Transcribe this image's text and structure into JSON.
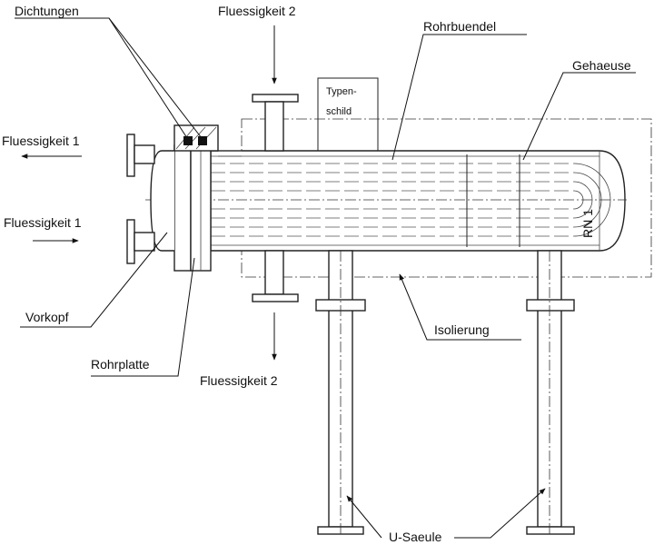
{
  "labels": {
    "dichtungen": "Dichtungen",
    "fluessigkeit2_top": "Fluessigkeit 2",
    "rohrbuendel": "Rohrbuendel",
    "gehaeuse": "Gehaeuse",
    "typenschild_line1": "Typen-",
    "typenschild_line2": "schild",
    "fluessigkeit1_out": "Fluessigkeit 1",
    "fluessigkeit1_in": "Fluessigkeit 1",
    "rn": "RN 1",
    "vorkopf": "Vorkopf",
    "isolierung": "Isolierung",
    "rohrplatte": "Rohrplatte",
    "fluessigkeit2_bottom": "Fluessigkeit 2",
    "u_saeule": "U-Saeule"
  }
}
